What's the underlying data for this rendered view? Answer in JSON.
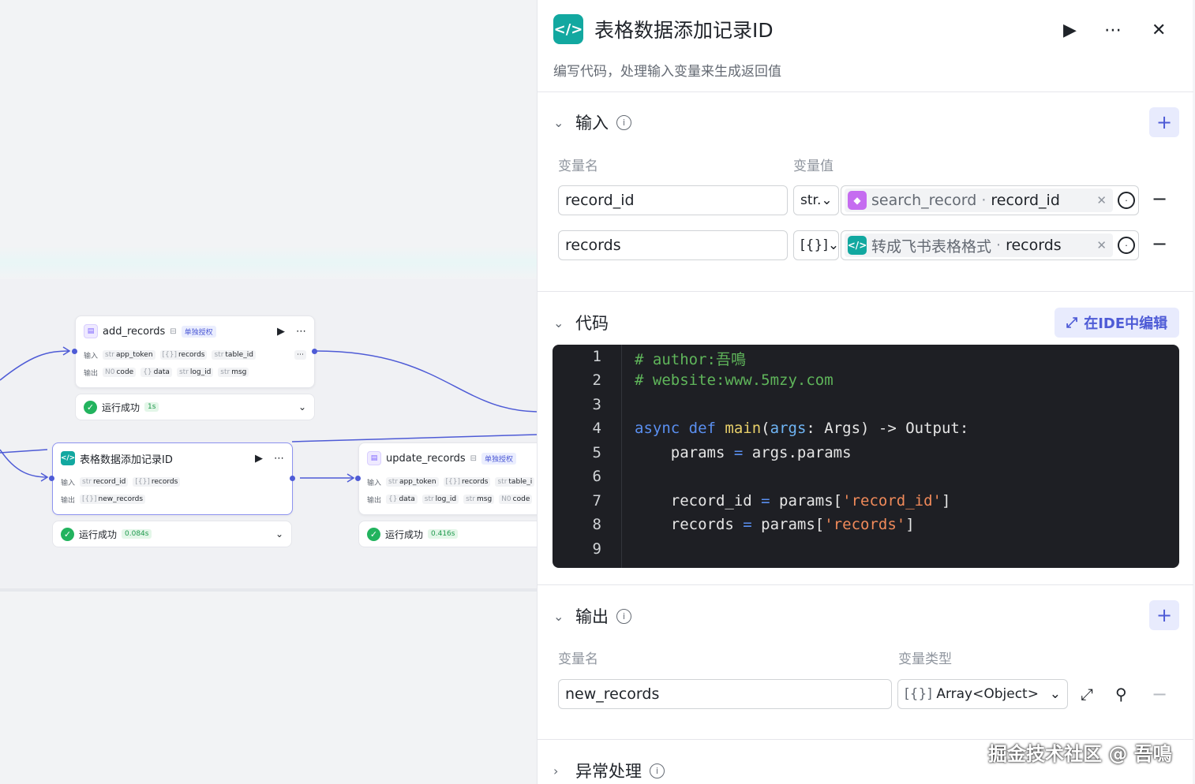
{
  "canvas": {
    "nodes": [
      {
        "title": "add_records",
        "badge": "单独授权",
        "input_label": "输入",
        "inputs": [
          {
            "t": "str",
            "n": "app_token"
          },
          {
            "t": "[{}]",
            "n": "records"
          },
          {
            "t": "str",
            "n": "table_id"
          }
        ],
        "output_label": "输出",
        "outputs": [
          {
            "t": "N0",
            "n": "code"
          },
          {
            "t": "{}",
            "n": "data"
          },
          {
            "t": "str",
            "n": "log_id"
          },
          {
            "t": "str",
            "n": "msg"
          }
        ],
        "status": "运行成功",
        "time": "1s"
      },
      {
        "title": "表格数据添加记录ID",
        "input_label": "输入",
        "inputs": [
          {
            "t": "str",
            "n": "record_id"
          },
          {
            "t": "[{}]",
            "n": "records"
          }
        ],
        "output_label": "输出",
        "outputs": [
          {
            "t": "[{}]",
            "n": "new_records"
          }
        ],
        "status": "运行成功",
        "time": "0.084s"
      },
      {
        "title": "update_records",
        "badge": "单独授权",
        "input_label": "输入",
        "inputs": [
          {
            "t": "str",
            "n": "app_token"
          },
          {
            "t": "[{}]",
            "n": "records"
          },
          {
            "t": "str",
            "n": "table_i"
          }
        ],
        "output_label": "输出",
        "outputs": [
          {
            "t": "{}",
            "n": "data"
          },
          {
            "t": "str",
            "n": "log_id"
          },
          {
            "t": "str",
            "n": "msg"
          },
          {
            "t": "N0",
            "n": "code"
          }
        ],
        "status": "运行成功",
        "time": "0.416s"
      }
    ]
  },
  "panel": {
    "title": "表格数据添加记录ID",
    "subtitle": "编写代码，处理输入变量来生成返回值",
    "input": {
      "heading": "输入",
      "col_name": "变量名",
      "col_value": "变量值",
      "rows": [
        {
          "name": "record_id",
          "type": "str.",
          "src": "search_record",
          "field": "record_id"
        },
        {
          "name": "records",
          "type": "[{}]",
          "src": "转成飞书表格格式",
          "field": "records"
        }
      ]
    },
    "code": {
      "heading": "代码",
      "ide_button": "在IDE中编辑",
      "line_numbers": [
        "1",
        "2",
        "3",
        "4",
        "5",
        "6",
        "7",
        "8",
        "9"
      ]
    },
    "output": {
      "heading": "输出",
      "col_name": "变量名",
      "col_type": "变量类型",
      "rows": [
        {
          "name": "new_records",
          "type": "Array<Object>"
        }
      ]
    },
    "exception": {
      "heading": "异常处理"
    }
  },
  "watermark": "掘金技术社区 @ 吾鳴"
}
